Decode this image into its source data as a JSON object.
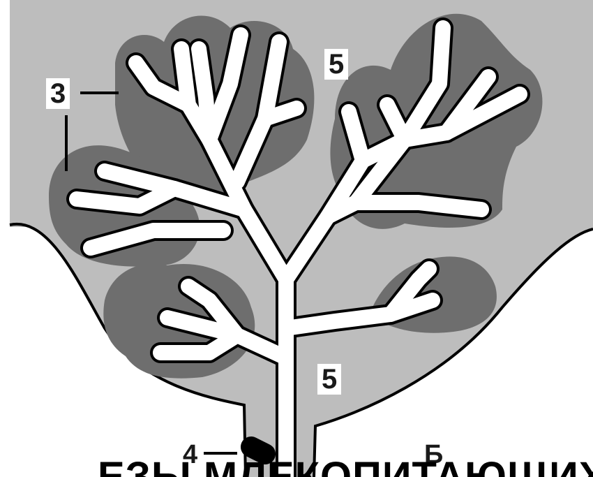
{
  "diagram": {
    "labels": {
      "lobule_top": "5",
      "lobule_bottom": "5",
      "alveoli": "3",
      "duct": "4",
      "panel": "Б"
    },
    "caption": "ЕЗЫ МЛЕКОПИТАЮЩИХ:",
    "colors": {
      "background": "#bdbdbd",
      "alveolus_tissue": "#6e6e6e",
      "lumen": "#ffffff",
      "outline": "#000000",
      "page": "#ffffff"
    }
  }
}
